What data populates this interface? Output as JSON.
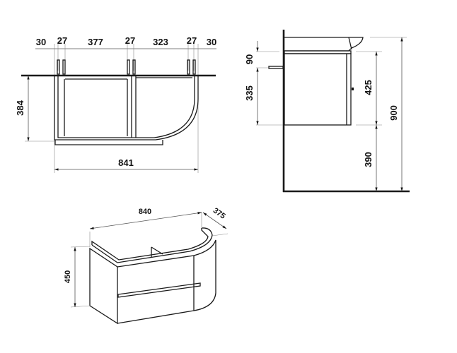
{
  "top_view": {
    "dims": [
      "30",
      "27",
      "377",
      "27",
      "323",
      "27",
      "30"
    ],
    "depth": "384",
    "width": "841"
  },
  "side_view": {
    "anchor_offset": "90",
    "anchor_to_bottom": "335",
    "cabinet_height": "425",
    "floor_clearance": "390",
    "total_height": "900"
  },
  "iso_view": {
    "width": "840",
    "depth": "375",
    "height": "450"
  },
  "colors": {
    "line": "#1a1a1a"
  }
}
